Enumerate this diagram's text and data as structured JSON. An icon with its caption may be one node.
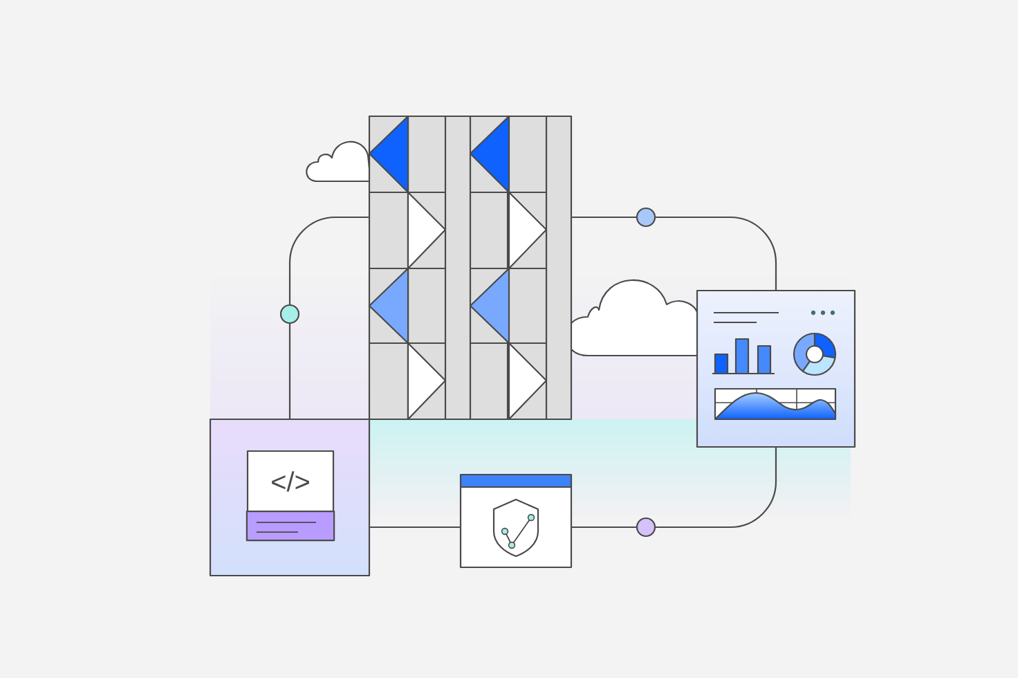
{
  "diagram": {
    "nodes": [
      {
        "text": [],
        "shape": "box"
      },
      {
        "text": [
          "</>"
        ],
        "in": 0
      },
      {
        "text": [],
        "shape": "picture"
      },
      {
        "text": [],
        "shape": "picture"
      },
      {
        "text": [],
        "shape": "picture"
      }
    ],
    "edges": [
      {
        "from": 0,
        "to": 2,
        "arrow": "none"
      },
      {
        "from": 2,
        "to": 4,
        "arrow": "none"
      },
      {
        "from": 4,
        "to": 3,
        "arrow": "none"
      },
      {
        "from": 0,
        "to": 3,
        "arrow": "none"
      }
    ]
  }
}
